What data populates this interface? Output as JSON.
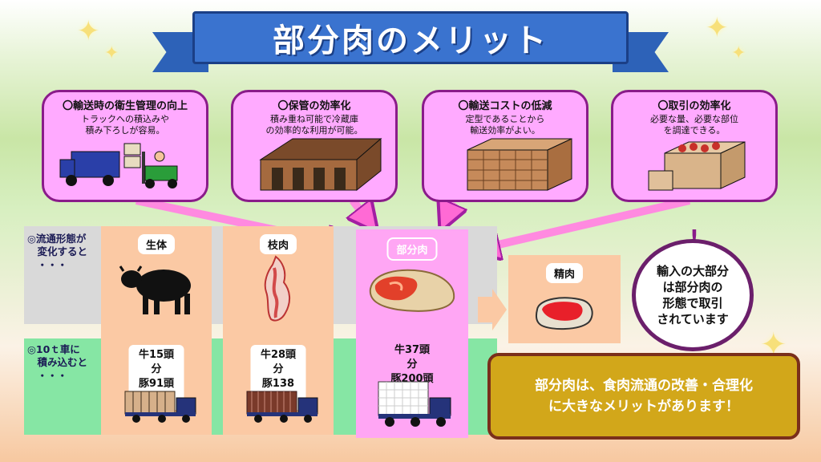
{
  "title": "部分肉のメリット",
  "merits": [
    {
      "title": "〇輸送時の衛生管理の向上",
      "desc": "トラックへの積込みや\n積み下ろしが容易。"
    },
    {
      "title": "〇保管の効率化",
      "desc": "積み重ね可能で冷蔵庫\nの効率的な利用が可能。"
    },
    {
      "title": "〇輸送コストの低減",
      "desc": "定型であることから\n輸送効率がよい。"
    },
    {
      "title": "〇取引の効率化",
      "desc": "必要な量、必要な部位\nを調達できる。"
    }
  ],
  "rows": {
    "distribution": "◎流通形態が\n　変化すると\n　・・・",
    "loading": "◎10ｔ車に\n　積み込むと\n　・・・"
  },
  "columns": [
    {
      "tag": "生体",
      "count": "牛15頭分\n豚91頭分"
    },
    {
      "tag": "枝肉",
      "count": "牛28頭分\n豚138頭分"
    },
    {
      "tag": "部分肉",
      "count": "牛37頭分\n豚200頭分"
    }
  ],
  "seiniku_tag": "精肉",
  "note": "輸入の大部分\nは部分肉の\n形態で取引\nされています",
  "summary": "部分肉は、食肉流通の改善・合理化\nに大きなメリットがあります！",
  "colors": {
    "banner": "#3a73cf",
    "merit_box": "#ffaaff",
    "merit_border": "#8a1b8a",
    "column": "#fbc9a4",
    "highlight": "#ffa6f4",
    "summary_bg": "#d2a71a"
  }
}
